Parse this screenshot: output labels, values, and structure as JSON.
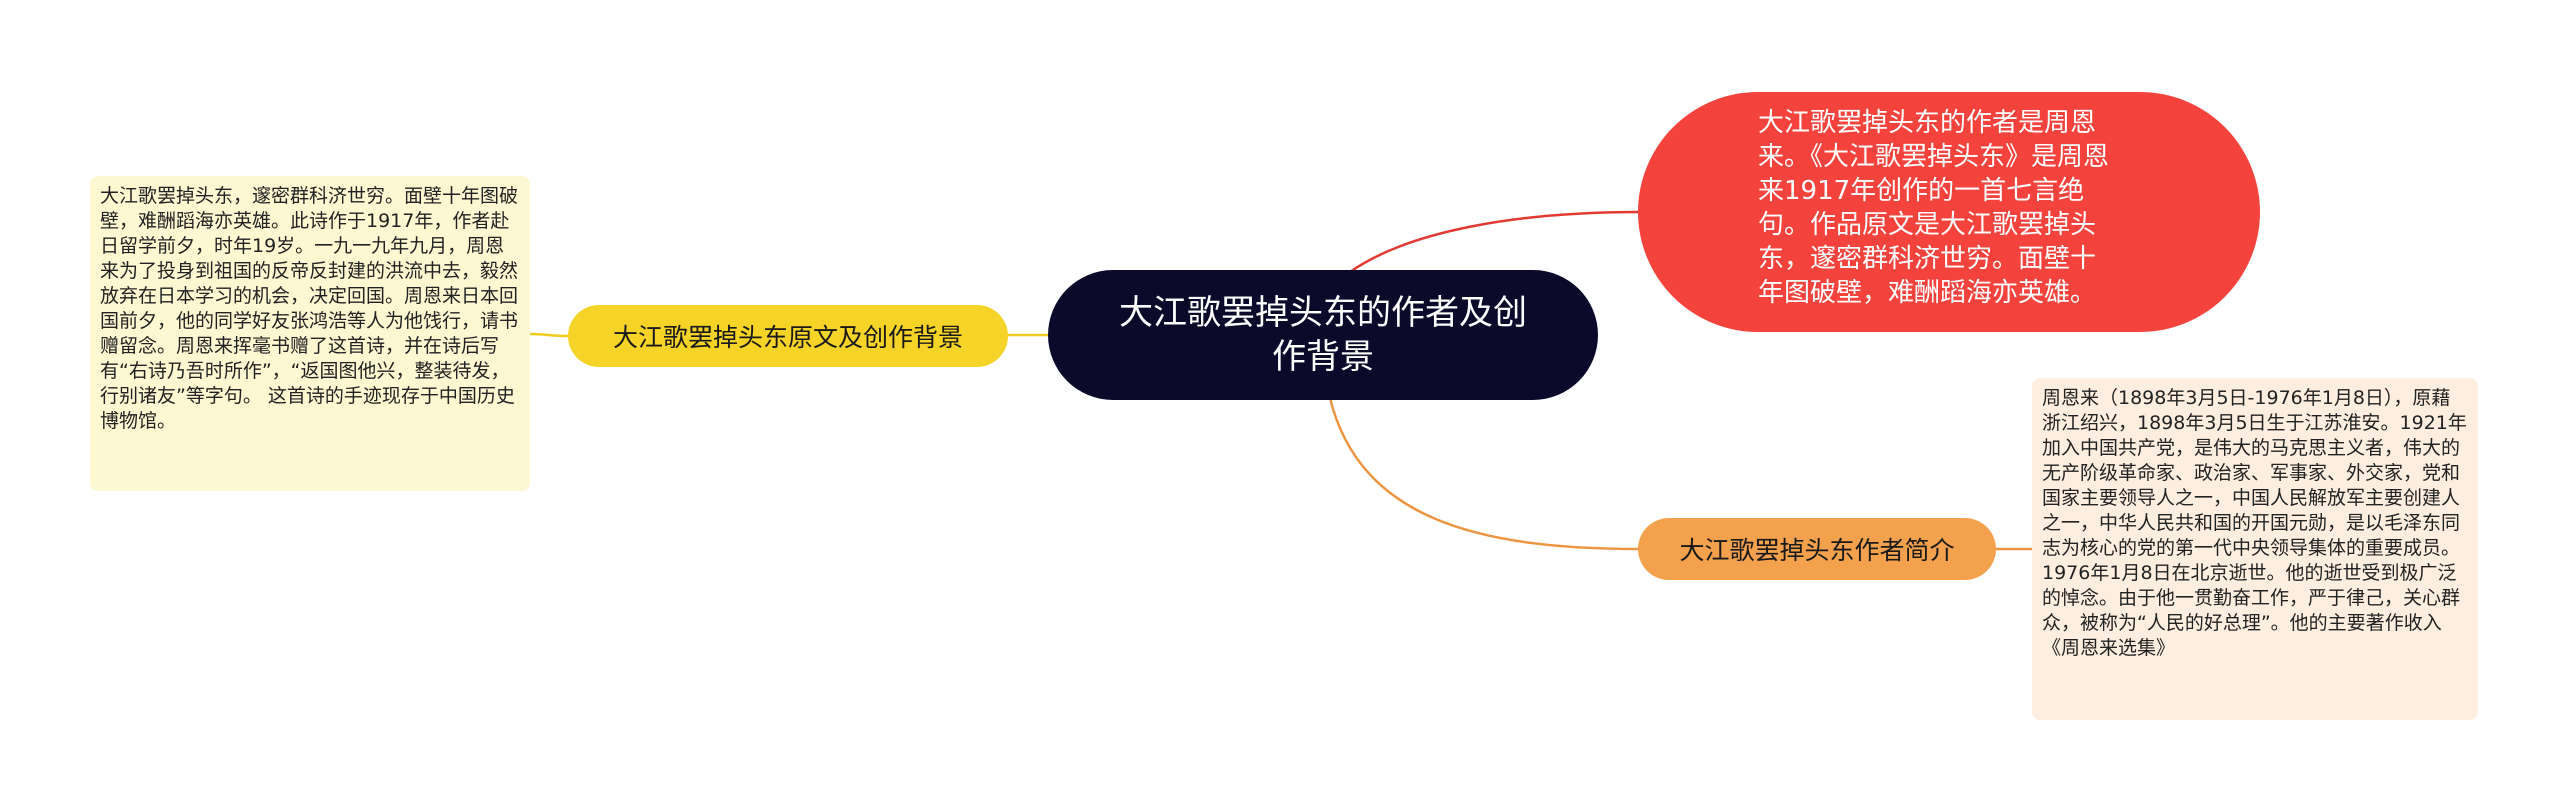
{
  "center": {
    "title": "大江歌罢掉头东的作者及创作背景"
  },
  "branches": {
    "author_intro": {
      "label": "大江歌罢掉头东的作者是周恩来。《大江歌罢掉头东》是周恩来1917年创作的一首七言绝句。作品原文是大江歌罢掉头东，邃密群科济世穷。面壁十年图破壁，难酬蹈海亦英雄。",
      "color": "#f4433c"
    },
    "original_text": {
      "label": "大江歌罢掉头东原文及创作背景",
      "color": "#f5d327",
      "detail": "大江歌罢掉头东，邃密群科济世穷。面壁十年图破壁，难酬蹈海亦英雄。此诗作于1917年，作者赴日留学前夕，时年19岁。一九一九年九月，周恩来为了投身到祖国的反帝反封建的洪流中去，毅然放弃在日本学习的机会，决定回国。周恩来日本回国前夕，他的同学好友张鸿浩等人为他饯行，请书赠留念。周恩来挥毫书赠了这首诗，并在诗后写有“右诗乃吾时所作”，“返国图他兴，整装待发，行别诸友”等字句。 这首诗的手迹现存于中国历史博物馆。",
      "detail_bg": "#fdf7d2"
    },
    "author_bio": {
      "label": "大江歌罢掉头东作者简介",
      "color": "#f4a14e",
      "detail": "周恩来（1898年3月5日-1976年1月8日），原藉浙江绍兴，1898年3月5日生于江苏淮安。1921年加入中国共产党，是伟大的马克思主义者，伟大的无产阶级革命家、政治家、军事家、外交家，党和国家主要领导人之一，中国人民解放军主要创建人之一，中华人民共和国的开国元勋，是以毛泽东同志为核心的党的第一代中央领导集体的重要成员。1976年1月8日在北京逝世。他的逝世受到极广泛的悼念。由于他一贯勤奋工作，严于律己，关心群众，被称为“人民的好总理”。他的主要著作收入《周恩来选集》",
      "detail_bg": "#fdeee0"
    }
  },
  "colors": {
    "center_bg": "#0b0a2a",
    "red_link": "#e23a33",
    "yellow_link": "#f0cc1f",
    "orange_link": "#ec9440"
  }
}
